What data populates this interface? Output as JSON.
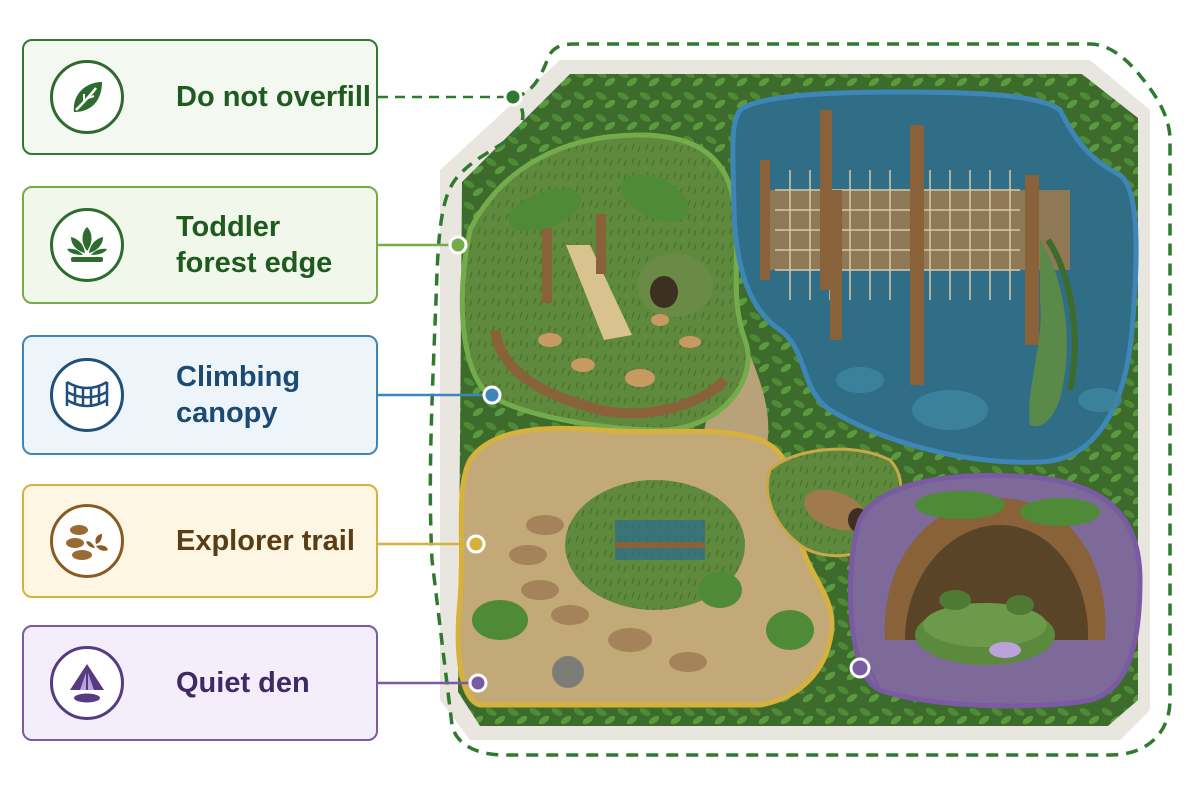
{
  "legend": [
    {
      "key": "overfill",
      "label": "Do not overfill",
      "icon": "leaf-icon",
      "color": "#2f7a2f"
    },
    {
      "key": "forest",
      "label": "Toddler\nforest edge",
      "icon": "plant-sprout-icon",
      "color": "#74ac4c"
    },
    {
      "key": "canopy",
      "label": "Climbing\ncanopy",
      "icon": "rope-net-icon",
      "color": "#3f86b8"
    },
    {
      "key": "trail",
      "label": "Explorer trail",
      "icon": "stepping-stones-icon",
      "color": "#d7b13e"
    },
    {
      "key": "den",
      "label": "Quiet den",
      "icon": "tent-icon",
      "color": "#7a5aa3"
    }
  ],
  "zones": {
    "overfill_boundary": "#2f7a2f",
    "forest": "#74ac4c",
    "canopy": "#3f86b8",
    "trail": "#d7b13e",
    "den": "#7a5aa3"
  }
}
